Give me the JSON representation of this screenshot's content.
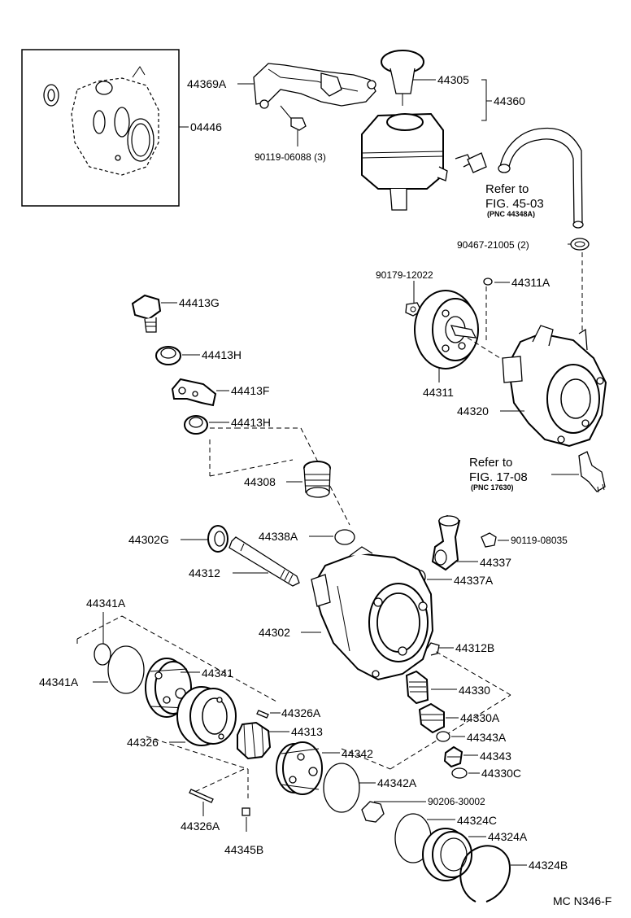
{
  "figure_code": "MC N346-F",
  "parts": {
    "p04446": "04446",
    "p44369A": "44369A",
    "p44305": "44305",
    "p44360": "44360",
    "p90119_06088": "90119-06088 (3)",
    "p90467_21005": "90467-21005 (2)",
    "p90179_12022": "90179-12022",
    "p44311A": "44311A",
    "p44413G": "44413G",
    "p44413H_top": "44413H",
    "p44413F": "44413F",
    "p44413H_bottom": "44413H",
    "p44311": "44311",
    "p44320": "44320",
    "p44308": "44308",
    "p44338A": "44338A",
    "p44302G": "44302G",
    "p44312": "44312",
    "p90119_08035": "90119-08035",
    "p44337": "44337",
    "p44337A": "44337A",
    "p44341A_top": "44341A",
    "p44302": "44302",
    "p44312B": "44312B",
    "p44341A_left": "44341A",
    "p44341": "44341",
    "p44330": "44330",
    "p44326A_mid": "44326A",
    "p44330A": "44330A",
    "p44326": "44326",
    "p44313": "44313",
    "p44343A": "44343A",
    "p44342": "44342",
    "p44343": "44343",
    "p44330C": "44330C",
    "p44342A": "44342A",
    "p90206_30002": "90206-30002",
    "p44324C": "44324C",
    "p44326A_bottom": "44326A",
    "p44324A": "44324A",
    "p44345B": "44345B",
    "p44324B": "44324B"
  },
  "references": {
    "hose": {
      "line1": "Refer to",
      "line2": "FIG. 45-03",
      "line3": "(PNC 44348A)"
    },
    "sensor": {
      "line1": "Refer to",
      "line2": "FIG. 17-08",
      "line3": "(PNC 17630)"
    }
  }
}
